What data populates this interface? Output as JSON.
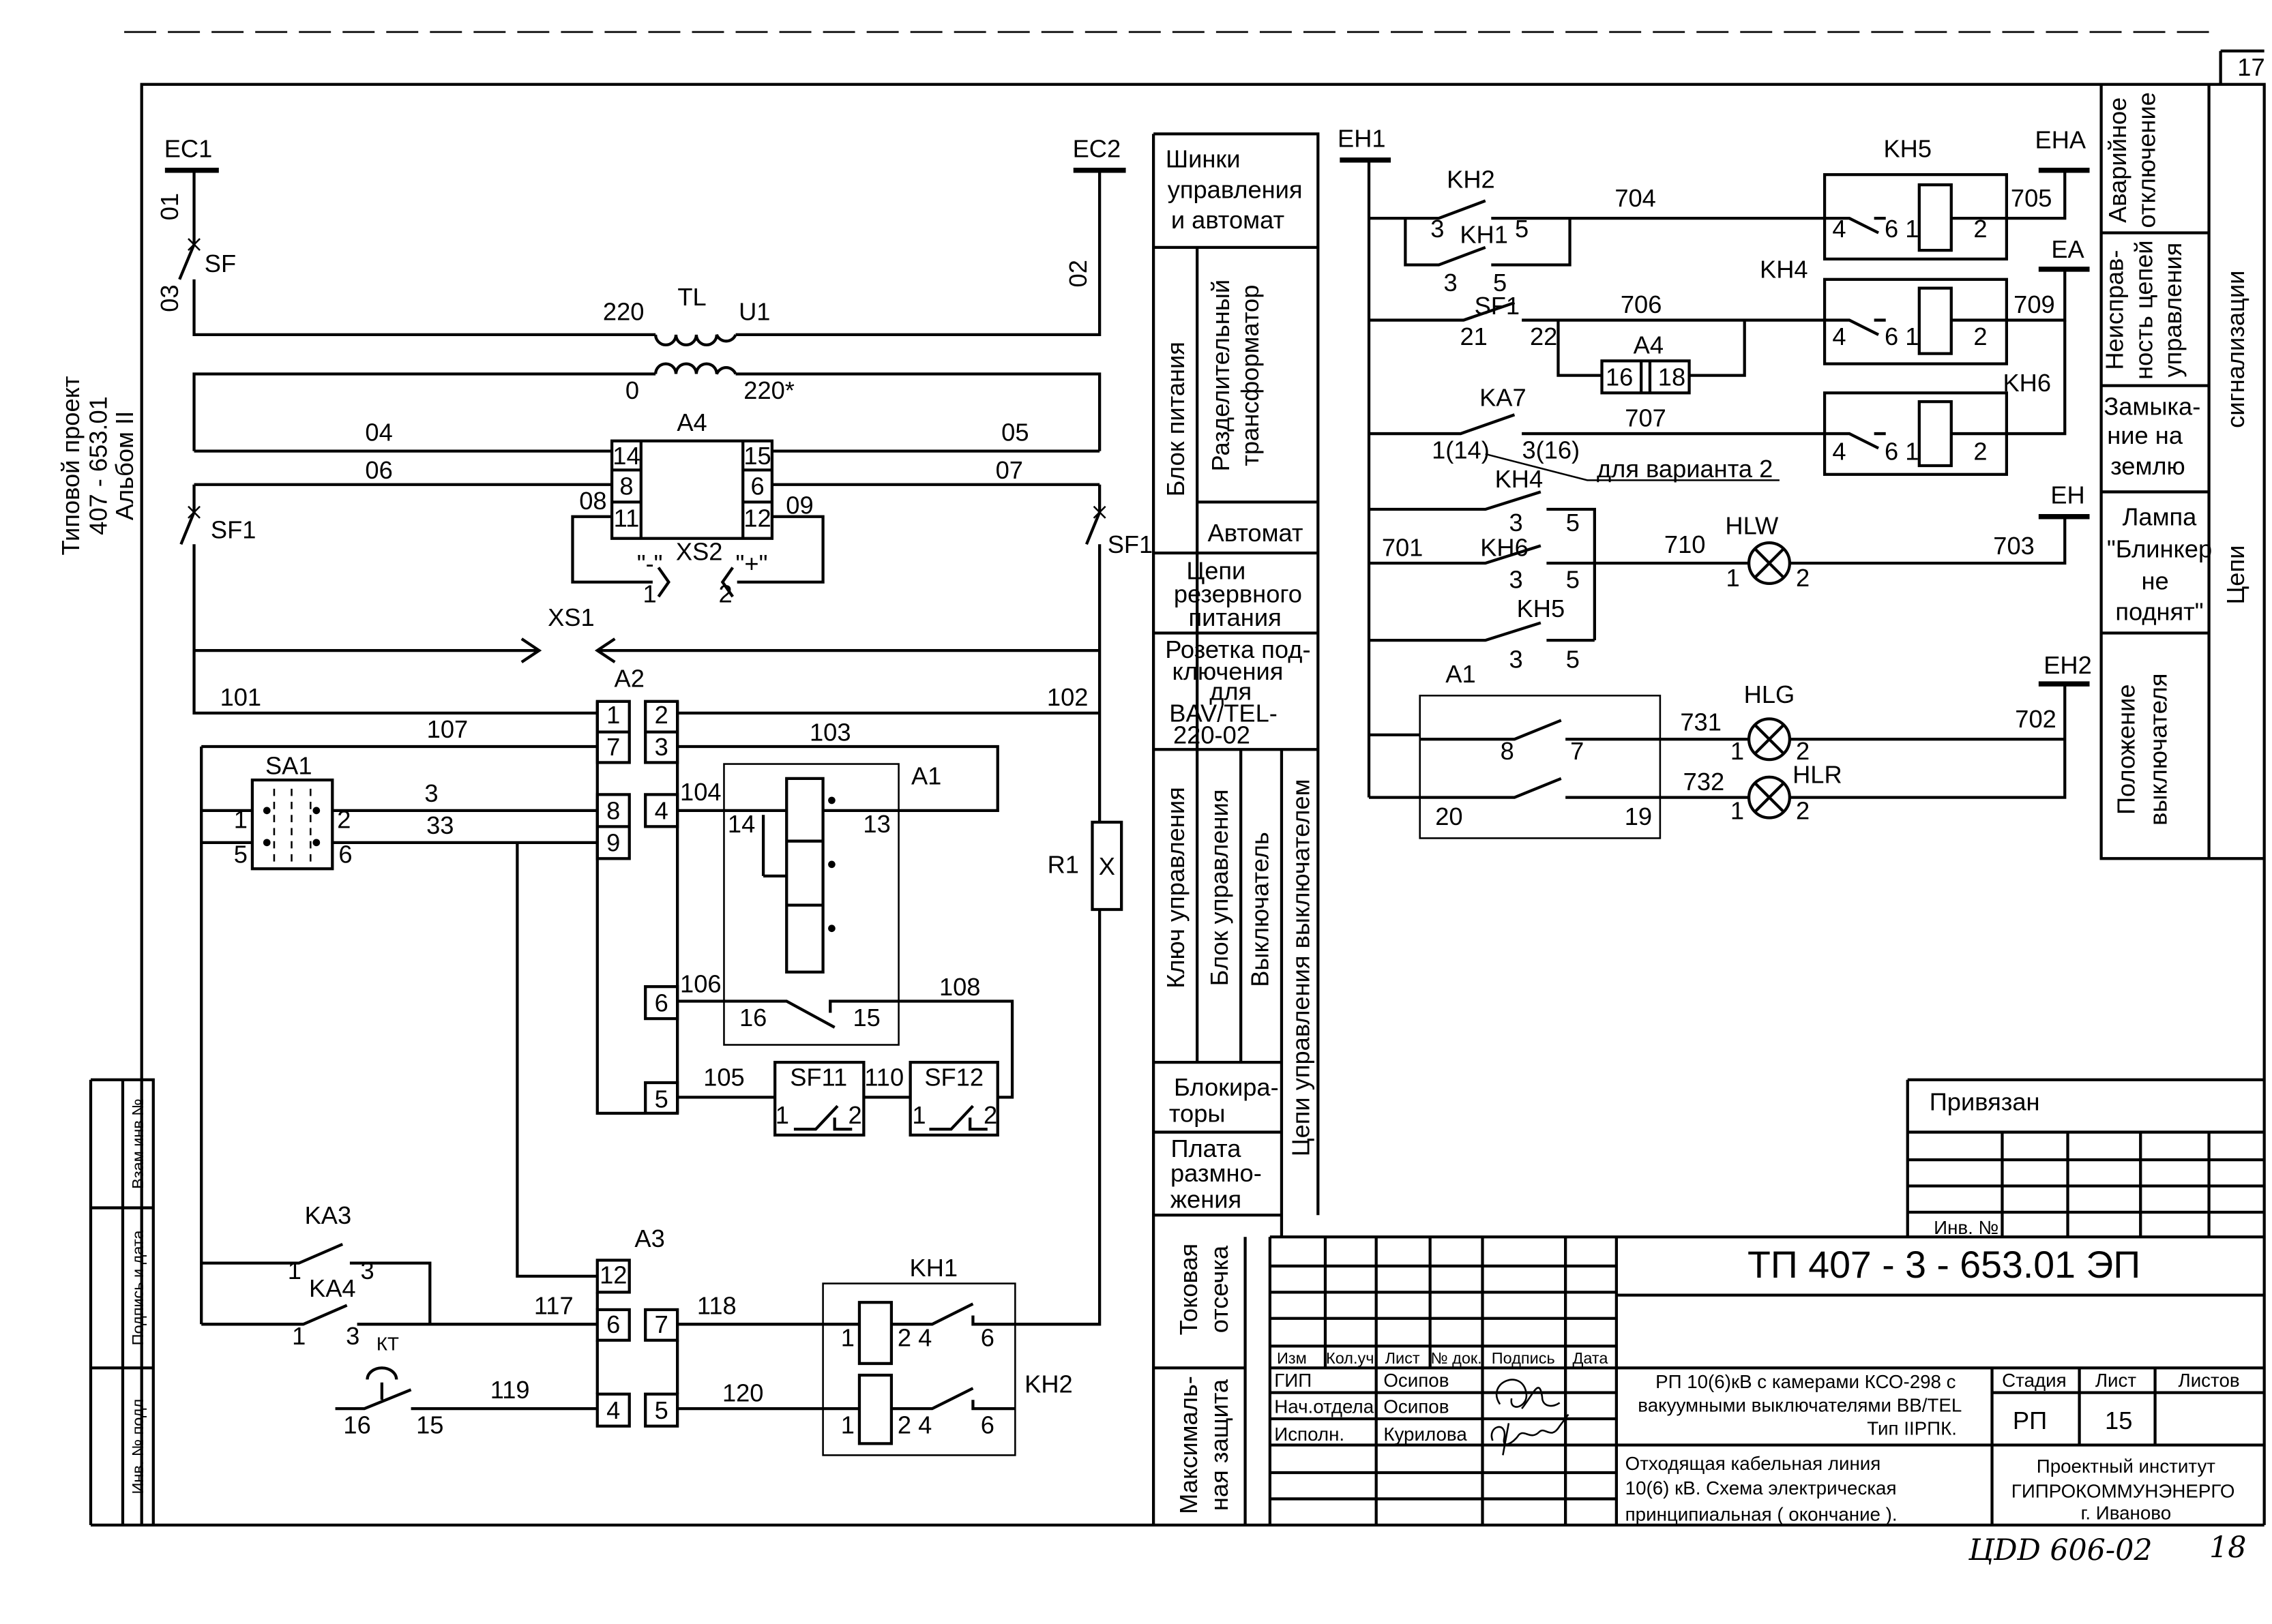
{
  "sheet": {
    "corner_number": "17",
    "bottom_code": "ЦDD 606-02",
    "bottom_number": "18",
    "project_side": [
      "Типовой проект",
      "407 - 653.01",
      "Альбом II"
    ]
  },
  "side_stamp": [
    "Взам инв №",
    "Подпись и дата",
    "Инв. № подл"
  ],
  "left_circuit": {
    "labels": [
      "EC1",
      "01",
      "SF",
      "03",
      "EC2",
      "02",
      "220",
      "TL",
      "U1",
      "0",
      "220*",
      "04",
      "05",
      "A4",
      "06",
      "07",
      "08",
      "09",
      "14",
      "8",
      "11",
      "15",
      "6",
      "12",
      "SF1",
      "SF1",
      "XS2",
      "\"-\"",
      "\"+\"",
      "1",
      "2",
      "XS1",
      "101",
      "102",
      "A2",
      "107",
      "103",
      "SA1",
      "3",
      "33",
      "1",
      "5",
      "2",
      "6",
      "1",
      "7",
      "8",
      "9",
      "2",
      "3",
      "4",
      "6",
      "5",
      "104",
      "A1",
      "14",
      "13",
      "106",
      "108",
      "16",
      "15",
      "R1",
      "X",
      "105",
      "SF11",
      "110",
      "SF12",
      "1",
      "2",
      "1",
      "2",
      "KA3",
      "1",
      "KA4",
      "3",
      "1",
      "3",
      "КТ",
      "117",
      "A3",
      "12",
      "6",
      "7",
      "4",
      "5",
      "118",
      "119",
      "120",
      "16",
      "15",
      "KH1",
      "1",
      "2 4",
      "6",
      "KH2",
      "1",
      "2 4",
      "6"
    ]
  },
  "middle_panel": {
    "busbars": [
      "Шинки",
      "управления",
      "и  автомат"
    ],
    "power_block": "Блок питания",
    "transformer": [
      "Разделительный",
      "трансформатор"
    ],
    "breaker": "Автомат",
    "reserve": [
      "Цепи",
      "резервного",
      "питания"
    ],
    "socket": [
      "Розетка под-",
      "ключения",
      "для",
      "BAV/TEL-",
      "220-02"
    ],
    "control_key": "Ключ управления",
    "control_block": "Блок управления",
    "switch": "Выключатель",
    "switch_circuits": "Цепи управления выключателем",
    "blockers": [
      "Блокира-",
      "торы"
    ],
    "board": [
      "Плата",
      "размно-",
      "жения"
    ],
    "current_cutoff": [
      "Токовая",
      "отсечка"
    ],
    "max_protection": [
      "Максималь-",
      "ная защита"
    ]
  },
  "right_circuit": {
    "labels": [
      "EH1",
      "KH2",
      "3",
      "KH1",
      "5",
      "3",
      "5",
      "704",
      "KH5",
      "4",
      "6 1",
      "2",
      "705",
      "EHA",
      "SF1",
      "21",
      "22",
      "706",
      "KH4",
      "4",
      "6 1",
      "2",
      "709",
      "EA",
      "A4",
      "16",
      "18",
      "KA7",
      "1(14)",
      "3(16)",
      "707",
      "для варианта 2",
      "KH6",
      "4",
      "6 1",
      "2",
      "KH4",
      "3",
      "5",
      "701",
      "KH6",
      "3",
      "5",
      "KH5",
      "3",
      "5",
      "710",
      "HLW",
      "1",
      "2",
      "703",
      "EH",
      "A1",
      "8",
      "7",
      "20",
      "19",
      "731",
      "HLG",
      "1",
      "2",
      "732",
      "HLR",
      "1",
      "2",
      "702",
      "EH2"
    ]
  },
  "signal_panel": {
    "emergency": [
      "Аварийное",
      "отключение"
    ],
    "fault": [
      "Неисправ-",
      "ность цепей",
      "управления"
    ],
    "ground": [
      "Замыка-",
      "ние на",
      "землю"
    ],
    "lamp": [
      "Лампа",
      "\"Блинкер",
      "не",
      "поднят\""
    ],
    "position": [
      "Положение",
      "выключателя"
    ],
    "column_title": [
      "сигнализации",
      "Цепи"
    ]
  },
  "binding": {
    "label": "Привязан",
    "inv": "Инв. №"
  },
  "title_block": {
    "code": "ТП  407 - 3 - 653.01  ЭП",
    "headers": [
      "Изм",
      "Кол.уч",
      "Лист",
      "№ док.",
      "Подпись",
      "Дата"
    ],
    "roles": [
      "ГИП",
      "Нач.отдела",
      "Исполн."
    ],
    "names": [
      "Осипов",
      "Осипов",
      "Курилова"
    ],
    "object": [
      "РП 10(6)кВ с камерами КСО-298 с",
      "вакуумными выключателями ВВ/TEL",
      "Тип IIРПК."
    ],
    "stage_headers": [
      "Стадия",
      "Лист",
      "Листов"
    ],
    "stage": "РП",
    "sheet": "15",
    "sheets": "",
    "drawing_title": [
      "Отходящая  кабельная  линия",
      "10(6) кВ.  Схема  электрическая",
      "принципиальная  ( окончание )."
    ],
    "organization": [
      "Проектный институт",
      "ГИПРОКОММУНЭНЕРГО",
      "г. Иваново"
    ]
  }
}
